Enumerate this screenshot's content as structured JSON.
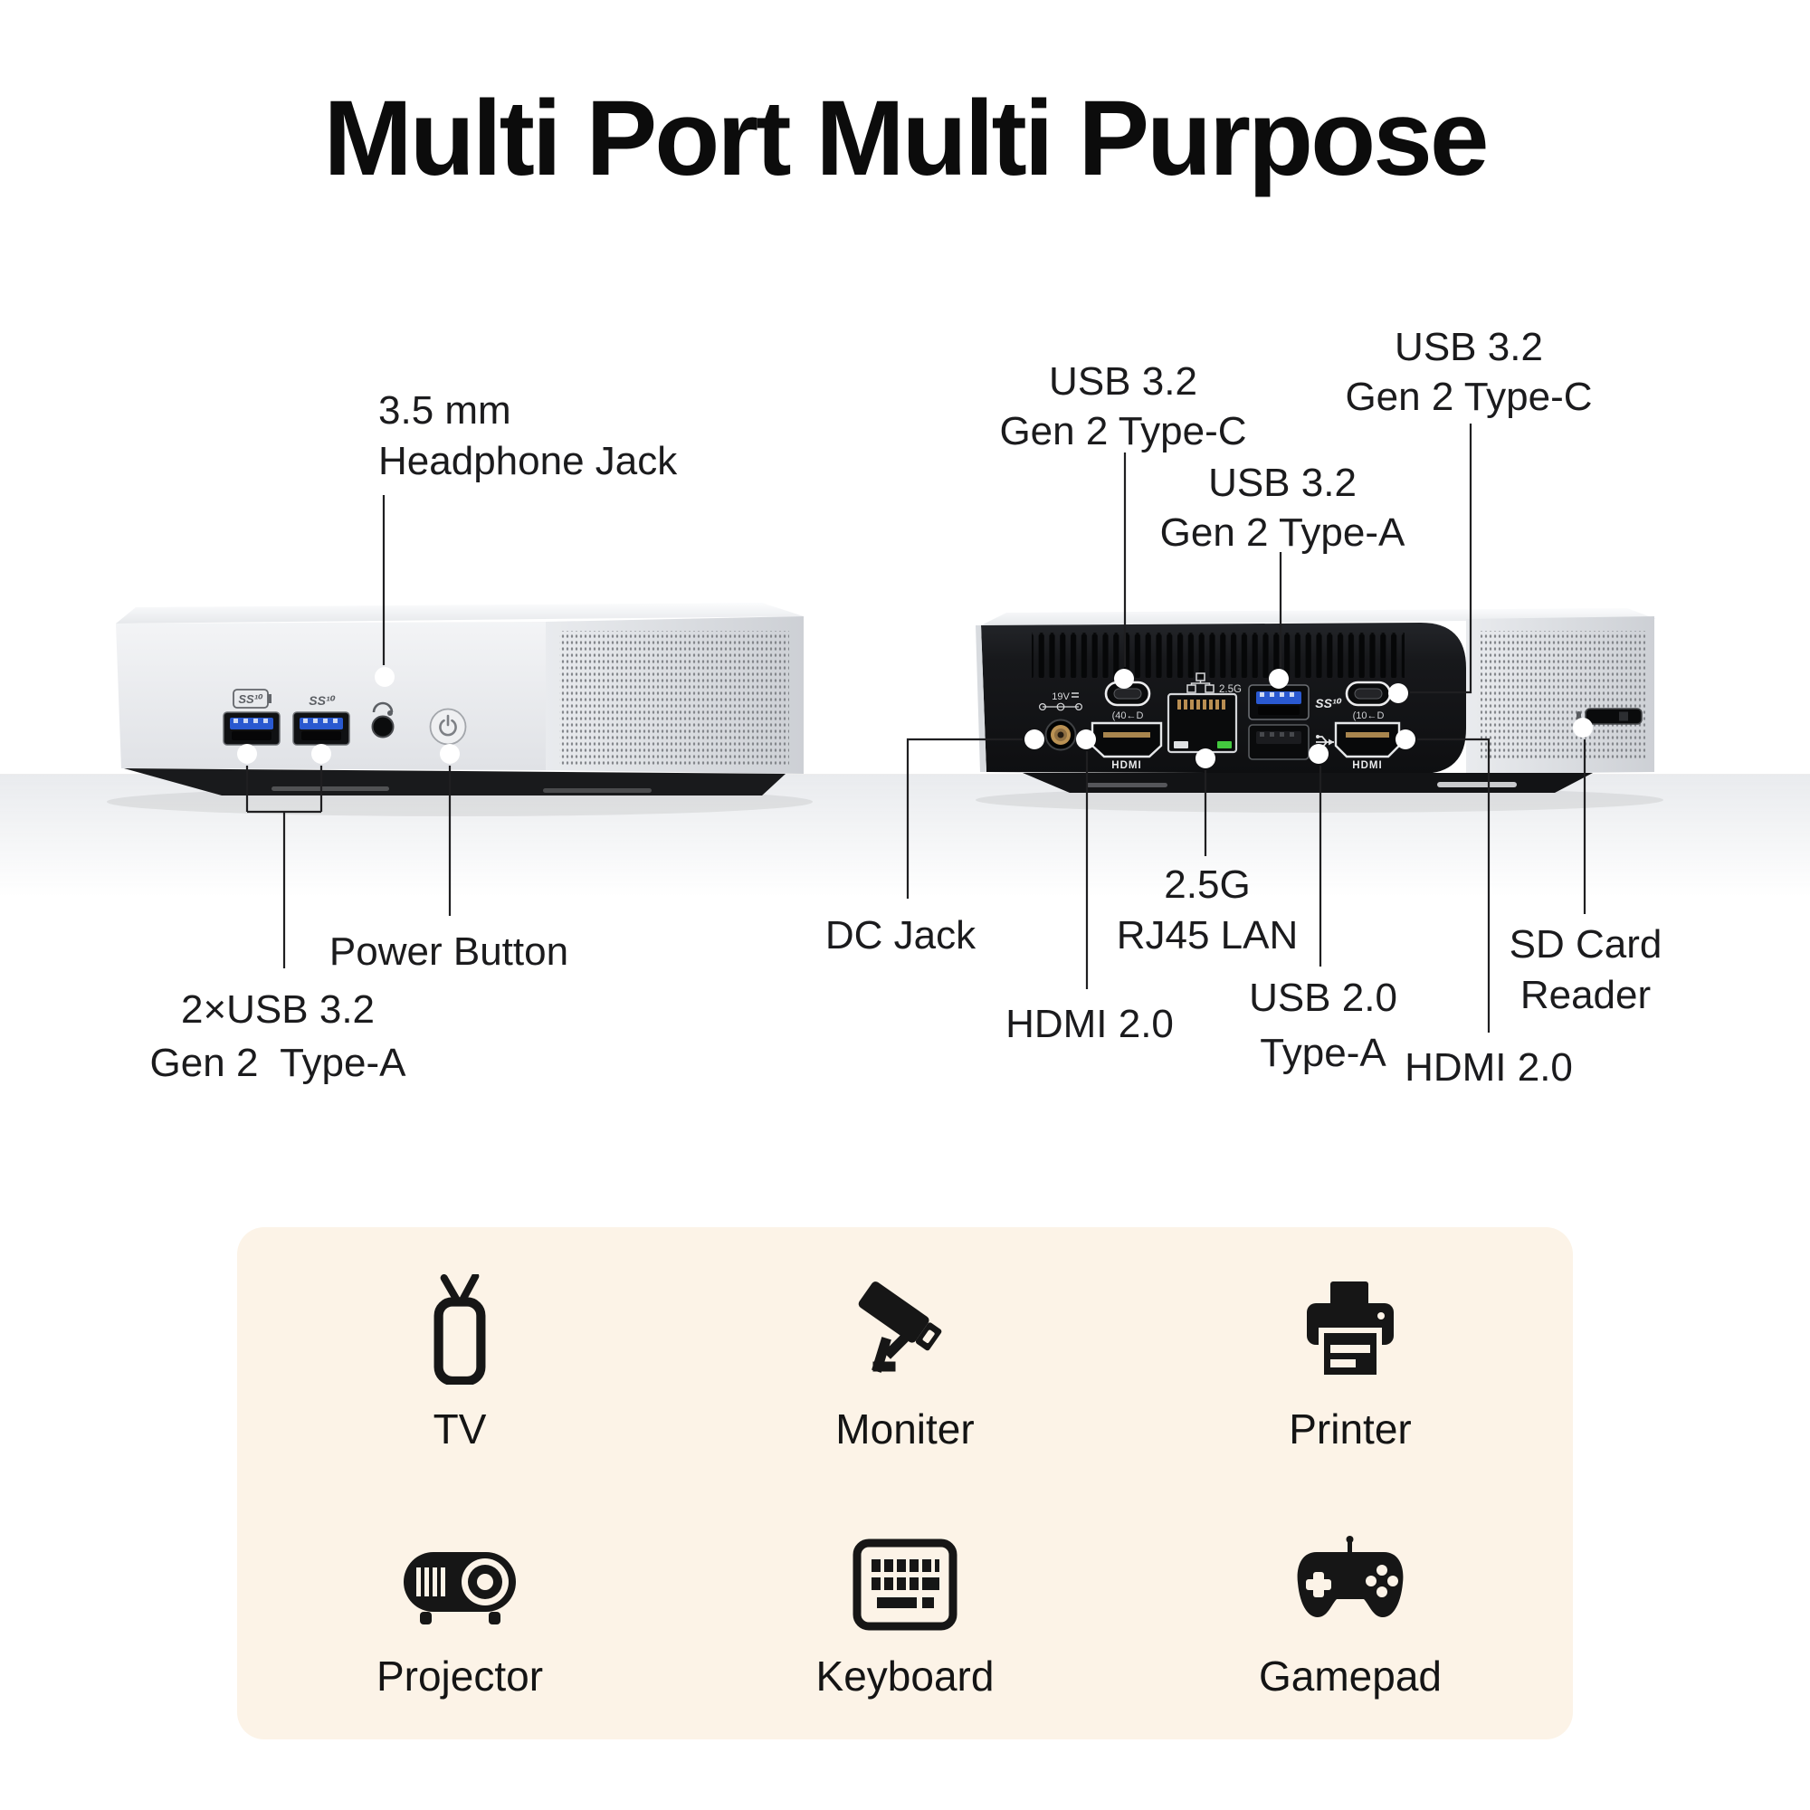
{
  "title": "Multi Port Multi Purpose",
  "front_view": {
    "headphone_jack": {
      "line1": "3.5 mm",
      "line2": "Headphone Jack"
    },
    "power_button": {
      "label": "Power Button"
    },
    "usb_ports": {
      "line1": "2×USB 3.2",
      "line2": "Gen 2  Type-A"
    },
    "markings": {
      "usb1": "SS¹⁰",
      "usb2": "SS¹⁰"
    }
  },
  "rear_view": {
    "type_c_left": {
      "line1": "USB 3.2",
      "line2": "Gen 2 Type-C"
    },
    "type_a_top": {
      "line1": "USB 3.2",
      "line2": "Gen 2 Type-A"
    },
    "type_c_right": {
      "line1": "USB 3.2",
      "line2": "Gen 2 Type-C"
    },
    "dc_jack": {
      "label": "DC Jack"
    },
    "hdmi_left": {
      "label": "HDMI 2.0"
    },
    "lan": {
      "line1": "2.5G",
      "line2": "RJ45 LAN"
    },
    "usb_2_0": {
      "line1": "USB 2.0",
      "line2": "Type-A"
    },
    "sd_reader": {
      "line1": "SD Card",
      "line2": "Reader"
    },
    "hdmi_right": {
      "label": "HDMI 2.0"
    },
    "markings": {
      "dc_voltage": "19V",
      "lan_speed": "2.5G",
      "hdmi_left": "HDMI",
      "hdmi_right": "HDMI",
      "usb_a_gen2": "SS¹⁰",
      "usbc_left": "(40←D",
      "usbc_right": "(10←D"
    }
  },
  "uses": {
    "items": [
      {
        "icon": "tv-icon",
        "label": "TV"
      },
      {
        "icon": "security-camera-icon",
        "label": "Moniter"
      },
      {
        "icon": "printer-icon",
        "label": "Printer"
      },
      {
        "icon": "projector-icon",
        "label": "Projector"
      },
      {
        "icon": "keyboard-icon",
        "label": "Keyboard"
      },
      {
        "icon": "gamepad-icon",
        "label": "Gamepad"
      }
    ]
  },
  "colors": {
    "panel_bg": "#fcf3e7",
    "usb_blue": "#2a59d0",
    "lan_led_green": "#43c93f",
    "text": "#1b1b1d",
    "device_black": "#141518",
    "device_silver": "#e4e6ea"
  }
}
